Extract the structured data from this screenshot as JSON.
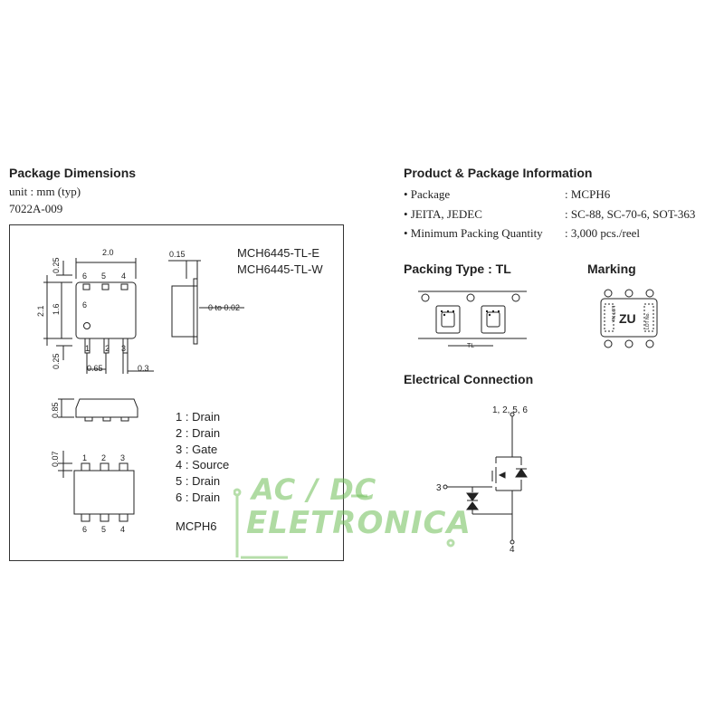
{
  "left": {
    "title": "Package Dimensions",
    "unit": "unit : mm (typ)",
    "code": "7022A-009",
    "parts": [
      "MCH6445-TL-E",
      "MCH6445-TL-W"
    ],
    "pins": [
      "1 : Drain",
      "2 : Drain",
      "3 : Gate",
      "4 : Source",
      "5 : Drain",
      "6 : Drain"
    ],
    "package_label": "MCPH6",
    "dims": {
      "width": "2.0",
      "lead_top": "0.25",
      "height": "2.1",
      "body": "1.6",
      "lead_bot": "0.25",
      "pitch": "0.65",
      "lead_w": "0.3",
      "thick_top": "0.15",
      "standoff": "0 to 0.02",
      "thickness": "0.85",
      "pad": "0.07"
    },
    "top_pins": [
      "6",
      "5",
      "4"
    ],
    "bottom_pins": [
      "1",
      "2",
      "3"
    ]
  },
  "right": {
    "title": "Product & Package Information",
    "info": [
      {
        "key": "• Package",
        "value": ": MCPH6"
      },
      {
        "key": "• JEITA, JEDEC",
        "value": ": SC-88, SC-70-6, SOT-363"
      },
      {
        "key": "• Minimum Packing Quantity",
        "value": ": 3,000 pcs./reel"
      }
    ],
    "packing_title": "Packing Type : TL",
    "packing_label": "TL",
    "marking_title": "Marking",
    "marking_code": "ZU",
    "marking_side": "LOT No.",
    "electrical_title": "Electrical Connection",
    "pin_top": "1, 2, 5, 6",
    "pin_gate": "3",
    "pin_source": "4"
  },
  "watermark": {
    "line1": "AC / DC",
    "line2": "ELETRONICA"
  },
  "colors": {
    "watermark": "#6fbf57",
    "ink": "#222222"
  }
}
